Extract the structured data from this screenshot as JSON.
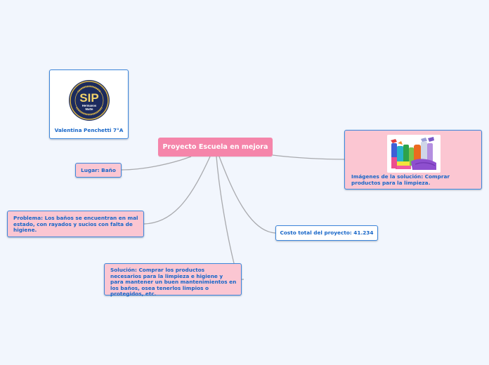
{
  "mindmap": {
    "central": {
      "label": "Proyecto Escuela en mejora",
      "color": "#f585aa"
    },
    "author_card": {
      "logo": {
        "icon": "sip-school-seal-icon",
        "acronym": "SIP",
        "subtitle_line1": "Hermanos",
        "subtitle_line2": "Matte"
      },
      "label": "Valentina Penchetti 7°A"
    },
    "nodes": {
      "lugar": {
        "label": "Lugar: Baño"
      },
      "problema": {
        "label": "Problema: Los baños se encuentran en mal estado, con rayados y sucios con falta de higiene."
      },
      "solucion": {
        "label": "Solución: Comprar los productos necesarios para la limpieza e higiene y para mantener un buen mantenimientos en los baños, osea tenerlos limpios o protegidos, etc."
      },
      "costo": {
        "label": "Costo total del proyecto: 41.234"
      },
      "imagenes": {
        "label": "Imágenes de la solución: Comprar productos para la limpieza.",
        "image": "cleaning-products-photo"
      }
    },
    "colors": {
      "background": "#f2f6fd",
      "node_pink": "#fbc6d2",
      "node_border": "#3d86db",
      "node_text": "#1766c8",
      "link": "#a9aaae"
    }
  }
}
